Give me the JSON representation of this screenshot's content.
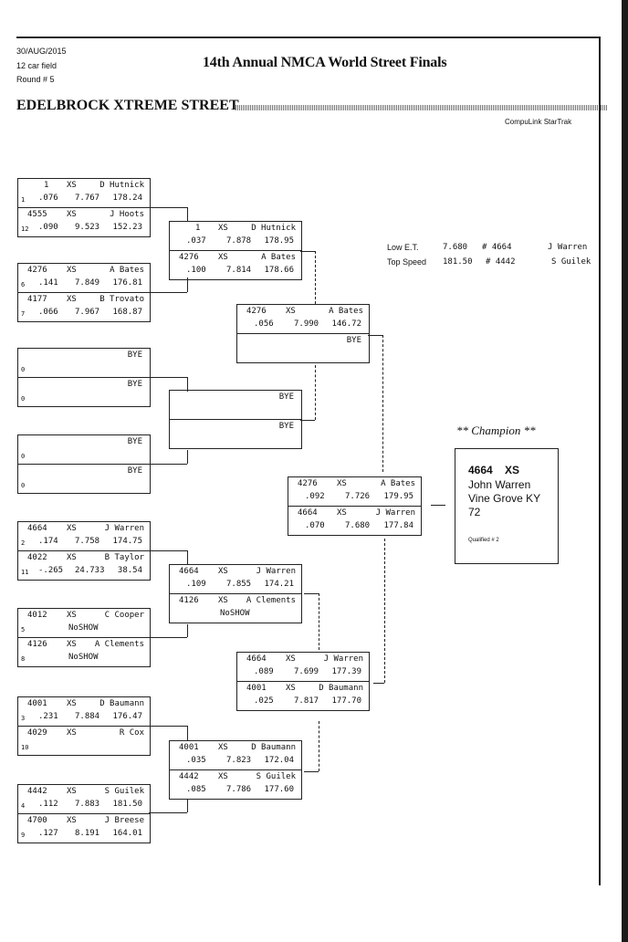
{
  "header": {
    "date": "30/AUG/2015",
    "field": "12 car field",
    "round": "Round # 5",
    "title": "14th Annual NMCA World Street Finals",
    "class_name": "EDELBROCK XTREME STREET",
    "software": "CompuLink StarTrak"
  },
  "round1": [
    {
      "top": {
        "num": "1",
        "cls": "XS",
        "name": "D Hutnick",
        "seed": "1",
        "rt": ".076",
        "et": "7.767",
        "mph": "178.24"
      },
      "bottom": {
        "num": "4555",
        "cls": "XS",
        "name": "J Hoots",
        "seed": "12",
        "rt": ".090",
        "et": "9.523",
        "mph": "152.23"
      }
    },
    {
      "top": {
        "num": "4276",
        "cls": "XS",
        "name": "A Bates",
        "seed": "6",
        "rt": ".141",
        "et": "7.849",
        "mph": "176.81"
      },
      "bottom": {
        "num": "4177",
        "cls": "XS",
        "name": "B Trovato",
        "seed": "7",
        "rt": ".066",
        "et": "7.967",
        "mph": "168.87"
      }
    },
    {
      "top": {
        "bye": "BYE",
        "seed": "0"
      },
      "bottom": {
        "bye": "BYE",
        "seed": "0"
      }
    },
    {
      "top": {
        "bye": "BYE",
        "seed": "0"
      },
      "bottom": {
        "bye": "BYE",
        "seed": "0"
      }
    },
    {
      "top": {
        "num": "4664",
        "cls": "XS",
        "name": "J Warren",
        "seed": "2",
        "rt": ".174",
        "et": "7.758",
        "mph": "174.75"
      },
      "bottom": {
        "num": "4022",
        "cls": "XS",
        "name": "B Taylor",
        "seed": "11",
        "rt": "-.265",
        "et": "24.733",
        "mph": "38.54"
      }
    },
    {
      "top": {
        "num": "4012",
        "cls": "XS",
        "name": "C Cooper",
        "seed": "5",
        "note": "NoSHOW"
      },
      "bottom": {
        "num": "4126",
        "cls": "XS",
        "name": "A Clements",
        "seed": "8",
        "note": "NoSHOW"
      }
    },
    {
      "top": {
        "num": "4001",
        "cls": "XS",
        "name": "D Baumann",
        "seed": "3",
        "rt": ".231",
        "et": "7.884",
        "mph": "176.47"
      },
      "bottom": {
        "num": "4029",
        "cls": "XS",
        "name": "R Cox",
        "seed": "10"
      }
    },
    {
      "top": {
        "num": "4442",
        "cls": "XS",
        "name": "S Guilek",
        "seed": "4",
        "rt": ".112",
        "et": "7.883",
        "mph": "181.50"
      },
      "bottom": {
        "num": "4700",
        "cls": "XS",
        "name": "J Breese",
        "seed": "9",
        "rt": ".127",
        "et": "8.191",
        "mph": "164.01"
      }
    }
  ],
  "round2": [
    {
      "top": {
        "num": "1",
        "cls": "XS",
        "name": "D Hutnick",
        "rt": ".037",
        "et": "7.878",
        "mph": "178.95"
      },
      "bottom": {
        "num": "4276",
        "cls": "XS",
        "name": "A Bates",
        "rt": ".100",
        "et": "7.814",
        "mph": "178.66"
      }
    },
    {
      "top": {
        "bye": "BYE"
      },
      "bottom": {
        "bye": "BYE"
      }
    },
    {
      "top": {
        "num": "4664",
        "cls": "XS",
        "name": "J Warren",
        "rt": ".109",
        "et": "7.855",
        "mph": "174.21"
      },
      "bottom": {
        "num": "4126",
        "cls": "XS",
        "name": "A Clements",
        "note": "NoSHOW"
      }
    },
    {
      "top": {
        "num": "4001",
        "cls": "XS",
        "name": "D Baumann",
        "rt": ".035",
        "et": "7.823",
        "mph": "172.04"
      },
      "bottom": {
        "num": "4442",
        "cls": "XS",
        "name": "S Guilek",
        "rt": ".085",
        "et": "7.786",
        "mph": "177.60"
      }
    }
  ],
  "round3": [
    {
      "top": {
        "num": "4276",
        "cls": "XS",
        "name": "A Bates",
        "rt": ".056",
        "et": "7.990",
        "mph": "146.72"
      },
      "bottom": {
        "bye": "BYE"
      }
    },
    {
      "top": {
        "num": "4664",
        "cls": "XS",
        "name": "J Warren",
        "rt": ".089",
        "et": "7.699",
        "mph": "177.39"
      },
      "bottom": {
        "num": "4001",
        "cls": "XS",
        "name": "D Baumann",
        "rt": ".025",
        "et": "7.817",
        "mph": "177.70"
      }
    }
  ],
  "final": {
    "top": {
      "num": "4276",
      "cls": "XS",
      "name": "A Bates",
      "rt": ".092",
      "et": "7.726",
      "mph": "179.95"
    },
    "bottom": {
      "num": "4664",
      "cls": "XS",
      "name": "J Warren",
      "rt": ".070",
      "et": "7.680",
      "mph": "177.84"
    }
  },
  "records": {
    "low_et": {
      "label": "Low E.T.",
      "value": "7.680",
      "car": "# 4664",
      "driver": "J Warren"
    },
    "top_speed": {
      "label": "Top Speed",
      "value": "181.50",
      "car": "# 4442",
      "driver": "S Guilek"
    }
  },
  "champion": {
    "heading": "** Champion **",
    "car": "4664    XS",
    "name": "John Warren",
    "hometown": "Vine Grove KY",
    "number": "72",
    "qualified": "Qualified # 2"
  }
}
